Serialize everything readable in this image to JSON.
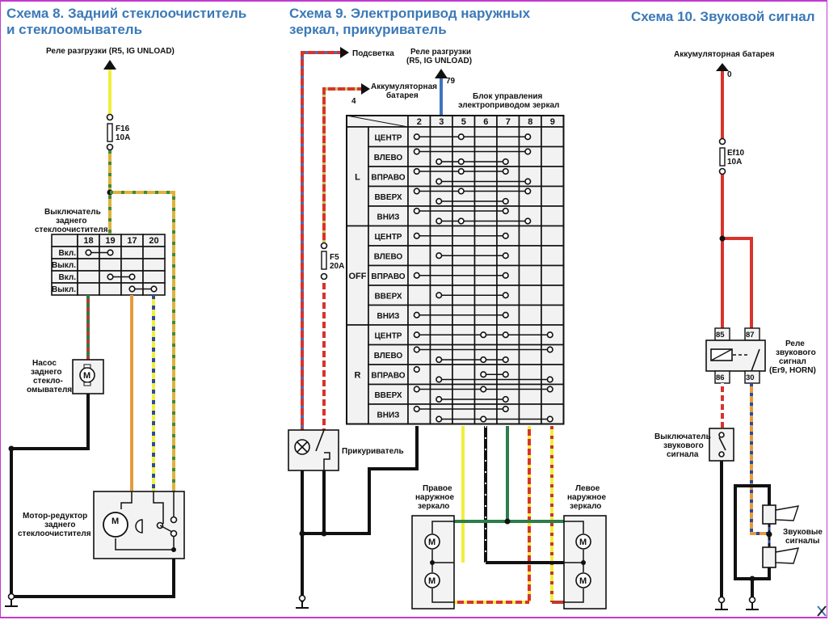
{
  "scheme8": {
    "title_line1": "Схема 8. Задний стеклоочиститель",
    "title_line2": "и стеклоомыватель",
    "relay_label": "Реле разгрузки (R5, IG UNLOAD)",
    "fuse_name": "F16",
    "fuse_rating": "10A",
    "switch_label": [
      "Выключатель",
      "заднего",
      "стеклоочистителя"
    ],
    "switch_table": {
      "columns": [
        "18",
        "19",
        "17",
        "20"
      ],
      "rows": [
        {
          "label": "Вкл.",
          "connect": [
            "18",
            "19"
          ]
        },
        {
          "label": "Выкл.",
          "connect": []
        },
        {
          "label": "Вкл.",
          "connect": [
            "19",
            "17"
          ]
        },
        {
          "label": "Выкл.",
          "connect": [
            "17",
            "20"
          ]
        }
      ]
    },
    "pump_label": [
      "Насос",
      "заднего",
      "стекло-",
      "омывателя"
    ],
    "motor_label": [
      "Мотор-редуктор",
      "заднего",
      "стеклоочистителя"
    ],
    "motor_symbol": "M"
  },
  "scheme9": {
    "title_line1": "Схема 9. Электропривод наружных",
    "title_line2": "зеркал, прикуриватель",
    "backlight_label": "Подсветка",
    "relay_label": [
      "Реле разгрузки",
      "(R5, IG UNLOAD)"
    ],
    "relay_wire": "79",
    "battery_label": [
      "Аккумуляторная",
      "батарея"
    ],
    "battery_wire": "4",
    "control_label": [
      "Блок управления",
      "электроприводом зеркал"
    ],
    "fuse_name": "F5",
    "fuse_rating": "20A",
    "lighter_label": "Прикуриватель",
    "right_mirror_label": [
      "Правое",
      "наружное",
      "зеркало"
    ],
    "left_mirror_label": [
      "Левое",
      "наружное",
      "зеркало"
    ],
    "table": {
      "columns": [
        "2",
        "3",
        "5",
        "6",
        "7",
        "8",
        "9"
      ],
      "groups": [
        {
          "name": "L",
          "rows": [
            {
              "label": "ЦЕНТР",
              "lines": [
                [
                  "2",
                  "5",
                  "8"
                ]
              ]
            },
            {
              "label": "ВЛЕВО",
              "lines": [
                [
                  "2",
                  "8"
                ],
                [
                  "3",
                  "5",
                  "7"
                ]
              ]
            },
            {
              "label": "ВПРАВО",
              "lines": [
                [
                  "2",
                  "5",
                  "7"
                ],
                [
                  "3",
                  "8"
                ]
              ]
            },
            {
              "label": "ВВЕРХ",
              "lines": [
                [
                  "2",
                  "5",
                  "8"
                ],
                [
                  "3",
                  "7"
                ]
              ]
            },
            {
              "label": "ВНИЗ",
              "lines": [
                [
                  "2",
                  "7"
                ],
                [
                  "3",
                  "5",
                  "8"
                ]
              ]
            }
          ]
        },
        {
          "name": "OFF",
          "rows": [
            {
              "label": "ЦЕНТР",
              "lines": [
                [
                  "2",
                  "7"
                ]
              ]
            },
            {
              "label": "ВЛЕВО",
              "lines": [
                [
                  "3",
                  "7"
                ]
              ]
            },
            {
              "label": "ВПРАВО",
              "lines": [
                [
                  "2",
                  "7"
                ]
              ]
            },
            {
              "label": "ВВЕРХ",
              "lines": [
                [
                  "3",
                  "7"
                ]
              ]
            },
            {
              "label": "ВНИЗ",
              "lines": [
                [
                  "2",
                  "7"
                ]
              ]
            }
          ]
        },
        {
          "name": "R",
          "rows": [
            {
              "label": "ЦЕНТР",
              "lines": [
                [
                  "2",
                  "6",
                  "7",
                  "9"
                ]
              ]
            },
            {
              "label": "ВЛЕВО",
              "lines": [
                [
                  "2",
                  "9"
                ],
                [
                  "3",
                  "6",
                  "7"
                ]
              ]
            },
            {
              "label": "ВПРАВО",
              "lines": [
                [
                  "2"
                ],
                [
                  "6",
                  "7"
                ],
                [
                  "3",
                  "9"
                ]
              ]
            },
            {
              "label": "ВВЕРХ",
              "lines": [
                [
                  "2",
                  "6",
                  "9"
                ],
                [
                  "3",
                  "7"
                ]
              ]
            },
            {
              "label": "ВНИЗ",
              "lines": [
                [
                  "2",
                  "7"
                ],
                [
                  "3",
                  "6",
                  "9"
                ]
              ]
            }
          ]
        }
      ]
    },
    "motor_symbol": "M"
  },
  "scheme10": {
    "title": "Схема 10. Звуковой сигнал",
    "battery_label": "Аккумуляторная батарея",
    "battery_wire": "0",
    "fuse_name": "Ef10",
    "fuse_rating": "10A",
    "relay_label": [
      "Реле",
      "звукового",
      "сигнал",
      "(Er9, HORN)"
    ],
    "relay_pins": [
      "85",
      "87",
      "86",
      "30"
    ],
    "switch_label": [
      "Выключатель",
      "звукового",
      "сигнала"
    ],
    "horns_label": [
      "Звуковые",
      "сигналы"
    ]
  },
  "colors": {
    "title": "#3b79b8",
    "red": "#d8332c",
    "yellow": "#f0ef3c",
    "green": "#2e7d4a",
    "orange": "#e59a3c",
    "blue": "#3f73c2",
    "black": "#111111",
    "frame": "#c23ad0"
  }
}
